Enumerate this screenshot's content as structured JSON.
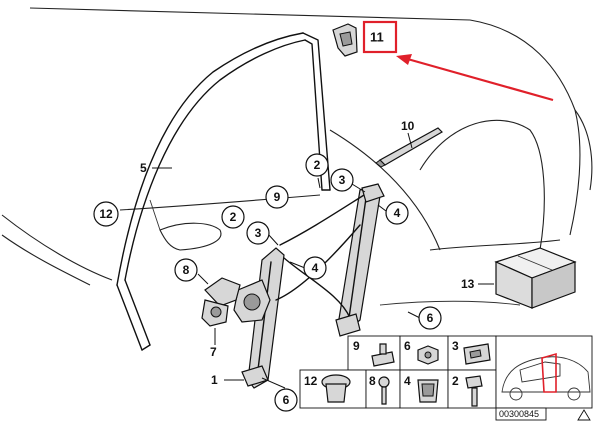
{
  "callouts": {
    "c1": "1",
    "c2a": "2",
    "c2b": "2",
    "c3a": "3",
    "c3b": "3",
    "c4a": "4",
    "c4b": "4",
    "c5": "5",
    "c6a": "6",
    "c6b": "6",
    "c7": "7",
    "c8": "8",
    "c9": "9",
    "c10": "10",
    "c11": "11",
    "c12": "12",
    "c13": "13"
  },
  "parts_grid": {
    "row1": [
      "9",
      "6",
      "3"
    ],
    "row2": [
      "12",
      "8",
      "4",
      "2"
    ]
  },
  "reference_code": "00300845",
  "highlight": {
    "box_color": "#e0202a",
    "arrow_color": "#e0202a",
    "target": "11"
  }
}
